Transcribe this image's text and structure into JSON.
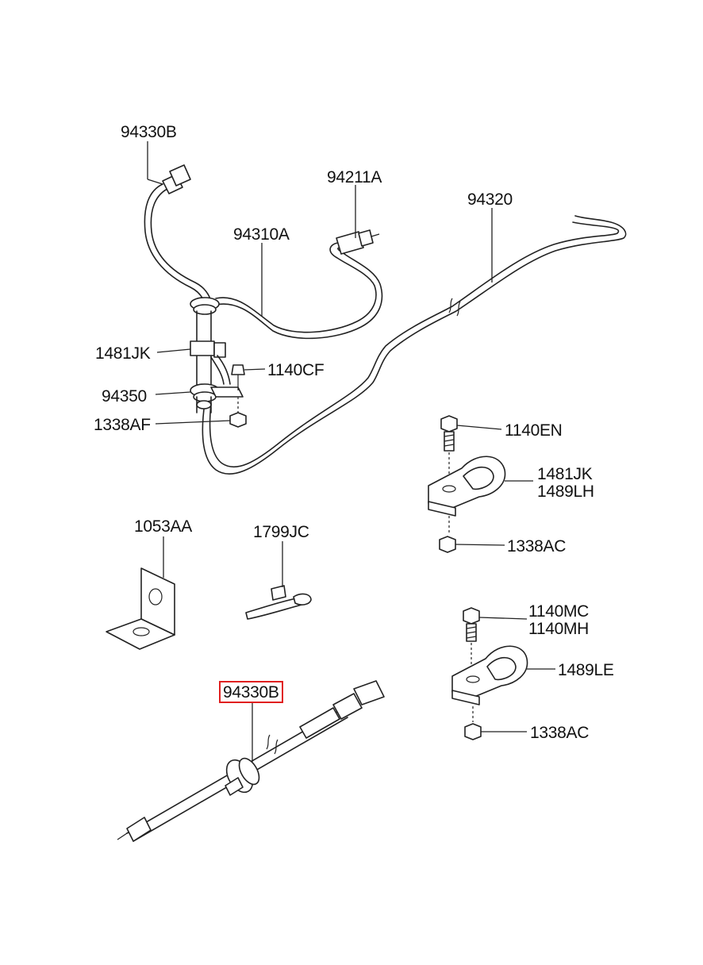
{
  "labels": {
    "l_94330B_top": "94330B",
    "l_94211A": "94211A",
    "l_94320": "94320",
    "l_94310A": "94310A",
    "l_1481JK_a": "1481JK",
    "l_1140CF": "1140CF",
    "l_94350": "94350",
    "l_1338AF": "1338AF",
    "l_1140EN": "1140EN",
    "l_1481JK_b": "1481JK",
    "l_1489LH": "1489LH",
    "l_1338AC_a": "1338AC",
    "l_1053AA": "1053AA",
    "l_1799JC": "1799JC",
    "l_1140MC": "1140MC",
    "l_1140MH": "1140MH",
    "l_1489LE": "1489LE",
    "l_94330B_bottom": "94330B",
    "l_1338AC_b": "1338AC"
  },
  "highlight_color": "#e02020"
}
